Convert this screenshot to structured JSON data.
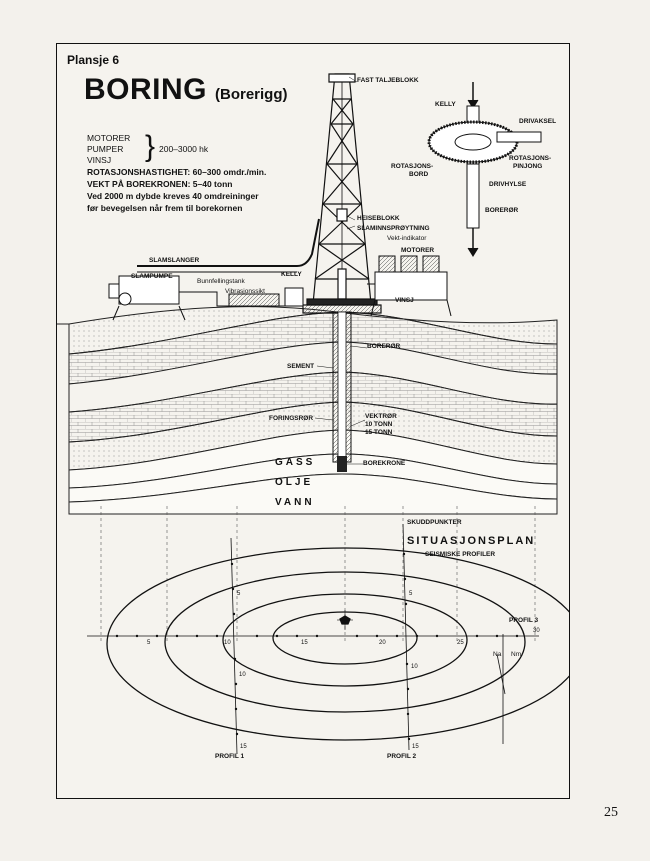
{
  "plate": "Plansje 6",
  "title": "BORING",
  "subtitle": "(Borerigg)",
  "specs": {
    "motorer": "MOTORER",
    "pumper": "PUMPER",
    "vinsj": "VINSJ",
    "power": "200–3000 hk",
    "rotation": "ROTASJONSHASTIGHET: 60–300 omdr./min.",
    "weight": "VEKT PÅ BOREKRONEN: 5–40 tonn",
    "depth_note_1": "Ved 2000 m dybde kreves 40 omdreininger",
    "depth_note_2": "før bevegelsen når frem til borekornen"
  },
  "rig_labels": {
    "fast_taljeblokk": "FAST TALJEBLOKK",
    "heiseblokk": "HEISEBLOKK",
    "slaminnsproytning": "SLAMINNSPRØYTNING",
    "vekt_indikator": "Vekt-indikator",
    "motorer": "MOTORER",
    "slamslanger": "SLAMSLANGER",
    "slampumpe": "SLAMPUMPE",
    "bunnfellingstank": "Bunnfellingstank",
    "vibrasjonssikt": "Vibrasjonssikt",
    "kelly": "KELLY",
    "vinsj": "VINSJ",
    "borerør": "BORERØR",
    "sement": "SEMENT",
    "foringsror": "FORINGSRØR",
    "vektror_1": "VEKTRØR",
    "vektror_2": "10 TONN",
    "vektror_3": "15 TONN",
    "borekrone": "BOREKRONE"
  },
  "inset_labels": {
    "kelly": "KELLY",
    "drivaksel": "DRIVAKSEL",
    "rotasjonsbord_1": "ROTASJONS-",
    "rotasjonsbord_2": "BORD",
    "rotasjonspinjong_1": "ROTASJONS-",
    "rotasjonspinjong_2": "PINJONG",
    "drivhylse": "DRIVHYLSE",
    "borerør": "BORERØR"
  },
  "layers": {
    "gass": "GASS",
    "olje": "OLJE",
    "vann": "VANN"
  },
  "plan": {
    "skuddpunkter": "SKUDDPUNKTER",
    "title": "SITUASJONSPLAN",
    "subtitle": "SEISMISKE PROFILER",
    "profil_1": "PROFIL 1",
    "profil_2": "PROFIL 2",
    "profil_3": "PROFIL 3",
    "north_a": "Na",
    "north_b": "Nm",
    "ticks_h": [
      "5",
      "10",
      "15",
      "20",
      "25",
      "30"
    ],
    "ticks_v1": [
      "5",
      "10",
      "15"
    ],
    "ticks_v2": [
      "5",
      "10",
      "15"
    ]
  },
  "page_number": "25"
}
